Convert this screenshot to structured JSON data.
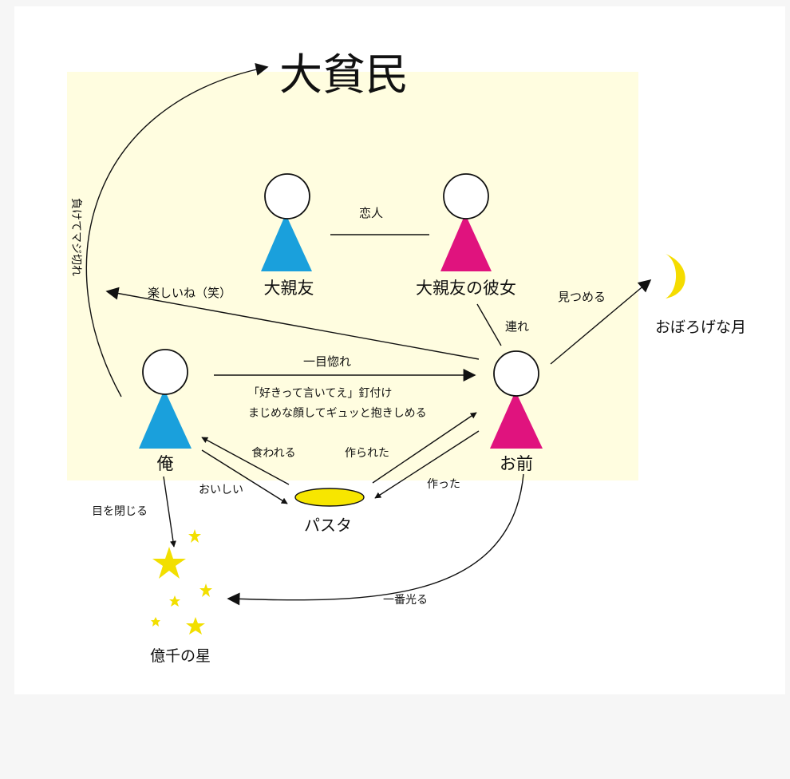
{
  "title": "大貧民",
  "people": {
    "best_friend": {
      "label": "大親友",
      "color": "#1aa0dc"
    },
    "best_friends_girlfriend": {
      "label": "大親友の彼女",
      "color": "#e0137e"
    },
    "me": {
      "label": "俺",
      "color": "#1aa0dc"
    },
    "you": {
      "label": "お前",
      "color": "#e0137e"
    }
  },
  "objects": {
    "pasta": {
      "label": "パスタ",
      "color": "#f7e600"
    },
    "moon": {
      "label": "おぼろげな月",
      "color": "#f5dc00"
    },
    "stars": {
      "label": "億千の星",
      "color": "#f2df00"
    }
  },
  "relations": {
    "lovers": "恋人",
    "with": "連れ",
    "gaze": "見つめる",
    "fun": "楽しいね（笑）",
    "lose": "負けてマジ切れ",
    "love_at_first_sight": "一目惚れ",
    "confession_line1": "「好きって言いてえ」釘付け",
    "confession_line2": "まじめな顔してギュッと抱きしめる",
    "eaten": "食われる",
    "made_passive": "作られた",
    "made": "作った",
    "tasty": "おいしい",
    "close_eyes": "目を閉じる",
    "brightest": "一番光る"
  }
}
